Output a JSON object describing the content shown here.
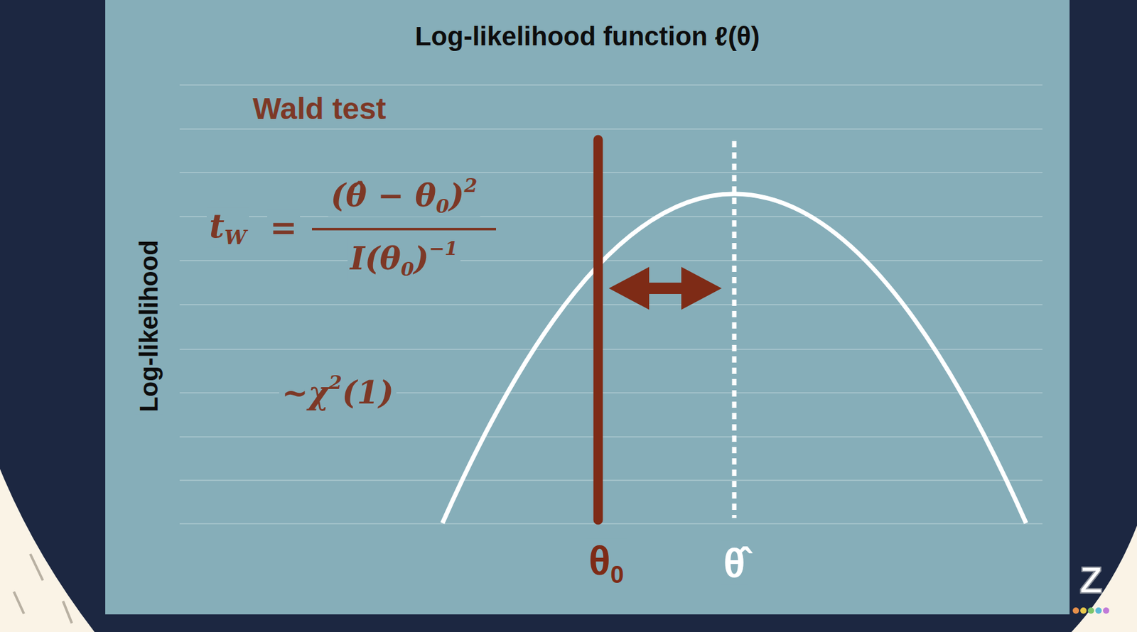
{
  "diagram": {
    "title": "Log-likelihood function ℓ(θ)",
    "labels": [
      "Wald test",
      "t",
      "W",
      "=",
      "(θ̂ − θ",
      "0",
      ")",
      "2",
      "I(θ",
      "0",
      ")",
      "−1",
      "~χ",
      "2",
      "(1)",
      "Log-likelihood",
      "θ",
      "0",
      "θ̂",
      "Z"
    ]
  }
}
